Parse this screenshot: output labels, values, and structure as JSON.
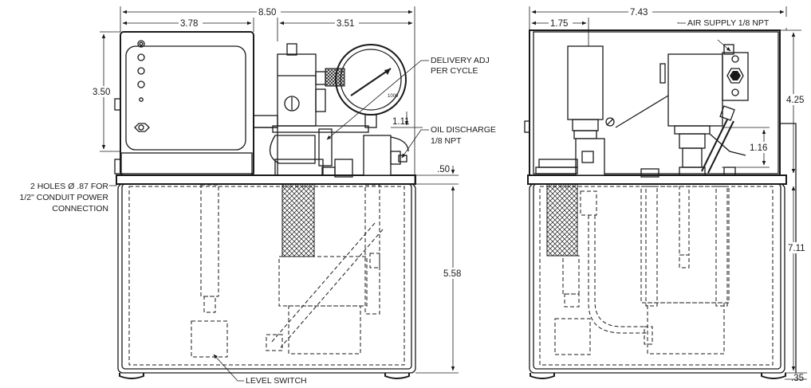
{
  "dimensions": {
    "left_width": "3.78",
    "overall_width": "8.50",
    "gauge_width": "3.51",
    "box_height": "3.50",
    "discharge_height": "1.11",
    "plate_thickness": ".50",
    "tank_height": "5.58",
    "side_width": "7.43",
    "side_offset": "1.75",
    "side_upper_height": "4.25",
    "side_fitting_height": "1.16",
    "side_tank_height": "7.11",
    "foot_height": ".35"
  },
  "labels": {
    "delivery_adj_line1": "DELIVERY ADJ",
    "delivery_adj_line2": "PER CYCLE",
    "oil_discharge_line1": "OIL DISCHARGE",
    "oil_discharge_line2": "1/8 NPT",
    "air_supply": "AIR SUPPLY 1/8 NPT",
    "conduit_line1": "2 HOLES Ø .87 FOR",
    "conduit_line2": "1/2\" CONDUIT POWER",
    "conduit_line3": "CONNECTION",
    "level_switch": "LEVEL SWITCH",
    "gauge_scale": "1000"
  }
}
